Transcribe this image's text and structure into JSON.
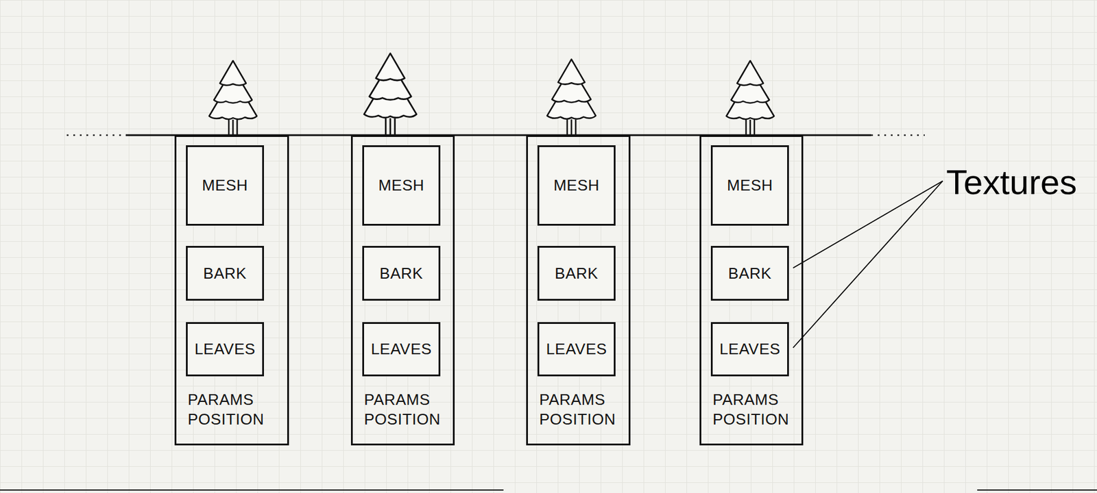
{
  "diagram": {
    "nodes": [
      {
        "text": [
          "PARAMS POSITION"
        ]
      },
      {
        "text": [
          "MESH"
        ],
        "in": 0
      },
      {
        "text": [
          "BARK"
        ],
        "in": 0
      },
      {
        "text": [
          "LEAVES"
        ],
        "in": 0
      },
      {
        "text": [
          "PARAMS POSITION"
        ]
      },
      {
        "text": [
          "MESH"
        ],
        "in": 4
      },
      {
        "text": [
          "BARK"
        ],
        "in": 4
      },
      {
        "text": [
          "LEAVES"
        ],
        "in": 4
      },
      {
        "text": [
          "PARAMS POSITION"
        ]
      },
      {
        "text": [
          "MESH"
        ],
        "in": 8
      },
      {
        "text": [
          "BARK"
        ],
        "in": 8
      },
      {
        "text": [
          "LEAVES"
        ],
        "in": 8
      },
      {
        "text": [
          "PARAMS POSITION"
        ]
      },
      {
        "text": [
          "MESH"
        ],
        "in": 12
      },
      {
        "text": [
          "BARK"
        ],
        "in": 12
      },
      {
        "text": [
          "LEAVES"
        ],
        "in": 12
      }
    ],
    "labels": [
      "Textures"
    ]
  }
}
